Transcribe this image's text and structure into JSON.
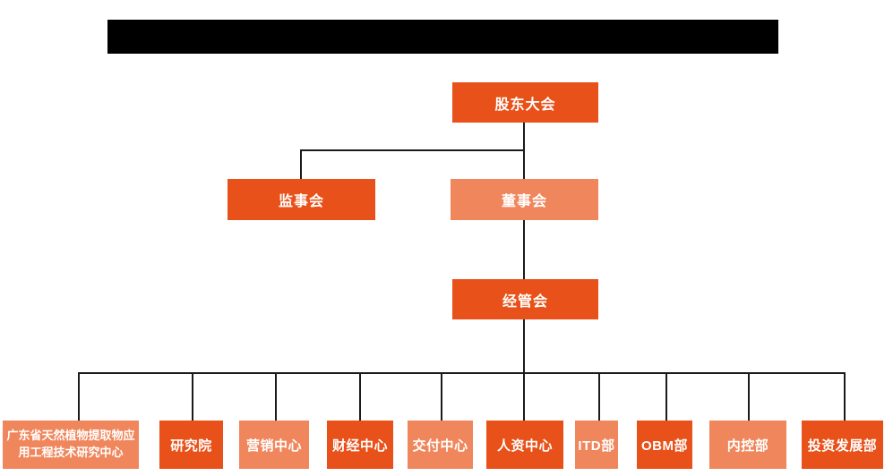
{
  "title": {
    "redacted": true
  },
  "org": {
    "root": {
      "label": "股东大会"
    },
    "level2": [
      {
        "label": "监事会"
      },
      {
        "label": "董事会"
      }
    ],
    "level3": {
      "label": "经管会"
    },
    "departments": [
      {
        "label": "广东省天然植物提取物应用工程技术研究中心"
      },
      {
        "label": "研究院"
      },
      {
        "label": "营销中心"
      },
      {
        "label": "财经中心"
      },
      {
        "label": "交付中心"
      },
      {
        "label": "人资中心"
      },
      {
        "label": "ITD部"
      },
      {
        "label": "OBM部"
      },
      {
        "label": "内控部"
      },
      {
        "label": "投资发展部"
      }
    ]
  },
  "colors": {
    "primary": "#E85119",
    "secondary": "#F0865C",
    "line": "#1b1b1b",
    "redacted": "#000000",
    "text": "#ffffff"
  }
}
